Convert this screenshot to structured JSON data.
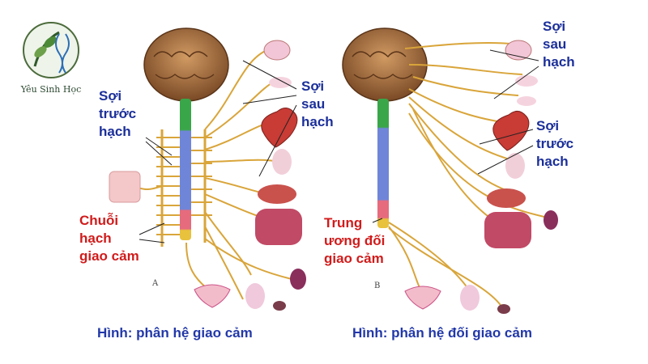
{
  "logo": {
    "text": "Yêu Sinh Học",
    "icon": "leaf-dna-icon"
  },
  "panelA": {
    "marker": "A",
    "label_preganglionic": [
      "Sợi",
      "trước",
      "hạch"
    ],
    "label_postganglionic": [
      "Sợi",
      "sau",
      "hạch"
    ],
    "label_chain": [
      "Chuỗi",
      "hạch",
      "giao cảm"
    ],
    "caption": "Hình: phân hệ giao cảm"
  },
  "panelB": {
    "marker": "B",
    "label_postganglionic": [
      "Sợi",
      "sau",
      "hạch"
    ],
    "label_preganglionic": [
      "Sợi",
      "trước",
      "hạch"
    ],
    "label_center": [
      "Trung",
      "ương đối",
      "giao cảm"
    ],
    "caption": "Hình: phân hệ đối giao cảm"
  },
  "colors": {
    "label_blue": "#1b2f9a",
    "label_red": "#d11b1b",
    "caption_blue": "#2238a8",
    "nerve": "#d9a53a"
  }
}
